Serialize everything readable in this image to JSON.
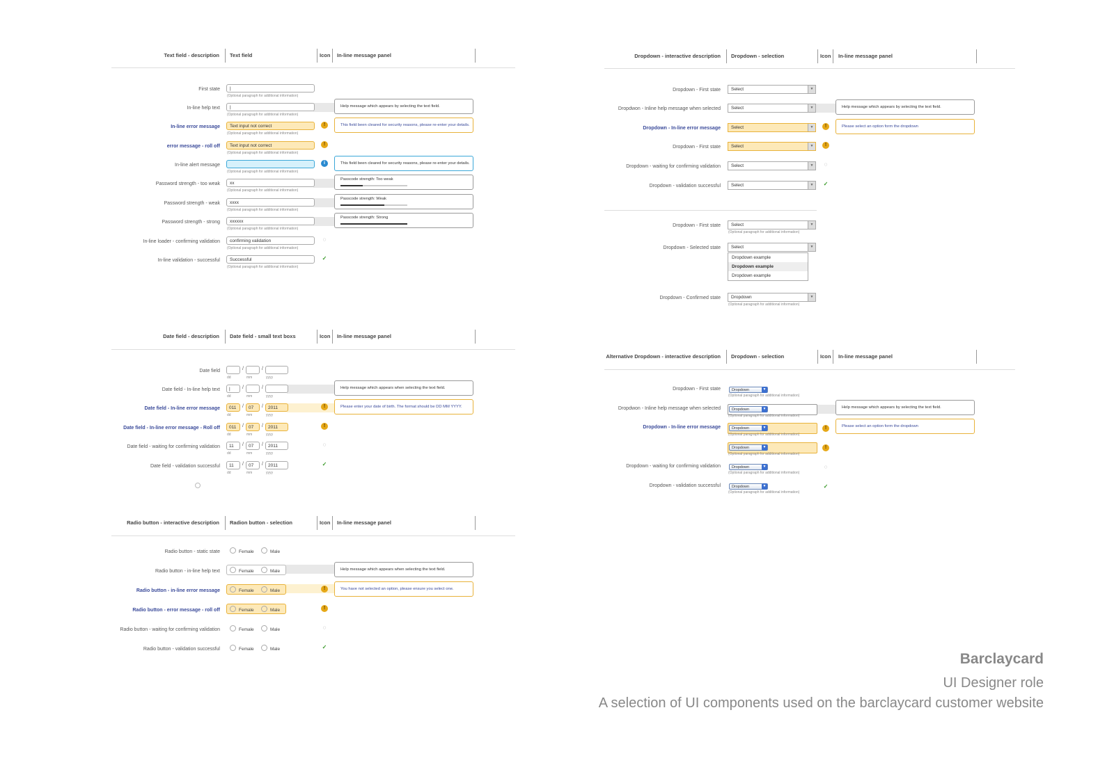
{
  "text_section": {
    "headers": [
      "Text field - description",
      "Text field",
      "Icon",
      "In-line message panel"
    ],
    "hint": "(Optional paragraph for additional information)",
    "rows": [
      {
        "label": "First state",
        "value": "|"
      },
      {
        "label": "In-line help text",
        "value": "|",
        "panel": "Help message which appears by selecting the text field."
      },
      {
        "label": "In-line error message",
        "value": "Text input not correct",
        "panel": "This field been cleared for security reasons, please re-enter your details."
      },
      {
        "label": "error message - roll off",
        "value": "Text input not correct"
      },
      {
        "label": "In-line alert message",
        "value": "",
        "panel": "This field been cleared for security reasons, please re-enter your details."
      },
      {
        "label": "Password strength - too weak",
        "value": "xx",
        "panel": "Passcode strength: Too weak",
        "strength": 0.33
      },
      {
        "label": "Password strength - weak",
        "value": "xxxx",
        "panel": "Passcode strength: Weak",
        "strength": 0.66
      },
      {
        "label": "Password strength - strong",
        "value": "xxxxxx",
        "panel": "Passcode strength: Strong",
        "strength": 1.0
      },
      {
        "label": "In-line loader - confirming validation",
        "value": "confirming validation"
      },
      {
        "label": "In-line validation - successful",
        "value": "Successful"
      }
    ]
  },
  "date_section": {
    "headers": [
      "Date field - description",
      "Date field - small text boxs",
      "Icon",
      "In-line message panel"
    ],
    "sub": [
      "dd",
      "mm",
      "yyyy"
    ],
    "rows": [
      {
        "label": "Date field",
        "d": "",
        "m": "",
        "y": ""
      },
      {
        "label": "Date field - In-line help text",
        "d": "|",
        "m": "",
        "y": "",
        "panel": "Help message which appears when selecting the text field."
      },
      {
        "label": "Date field - In-line error message",
        "d": "011",
        "m": "07",
        "y": "2011",
        "panel": "Please enter your date of birth. The format should be DD MM YYYY."
      },
      {
        "label": "Date field - In-line error message - Roll off",
        "d": "011",
        "m": "07",
        "y": "2011"
      },
      {
        "label": "Date field - waiting for confirming validation",
        "d": "11",
        "m": "07",
        "y": "2011"
      },
      {
        "label": "Date field - validation successful",
        "d": "11",
        "m": "07",
        "y": "2011"
      }
    ]
  },
  "radio_section": {
    "headers": [
      "Radio button - interactive description",
      "Radion button - selection",
      "Icon",
      "In-line message panel"
    ],
    "opt1": "Female",
    "opt2": "Male",
    "rows": [
      {
        "label": "Radio button - static state"
      },
      {
        "label": "Radio button - in-line help text",
        "panel": "Help message which appears when selecting the text field."
      },
      {
        "label": "Radio button - in-line error message",
        "panel": "You have not selected an option, please ensure you select one."
      },
      {
        "label": "Radio button - error message - roll off"
      },
      {
        "label": "Radio button - waiting for confirming validation"
      },
      {
        "label": "Radio button - validation successful"
      }
    ]
  },
  "dropdown_section": {
    "headers": [
      "Dropdown - interactive description",
      "Dropdown - selection",
      "Icon",
      "In-line message panel"
    ],
    "rows": [
      {
        "label": "Dropdown - First state",
        "value": "Select"
      },
      {
        "label": "Dropdwon - Inline help message when selected",
        "value": "Select",
        "panel": "Help message which appears by selecting the text field."
      },
      {
        "label": "Dropdown - In-line error message",
        "value": "Select",
        "panel": "Please select an option form the dropdown"
      },
      {
        "label": "Dropdown - First state",
        "value": "Select"
      },
      {
        "label": "Dropdown - waiting for confirming validation",
        "value": "Select"
      },
      {
        "label": "Dropdown - validation successful",
        "value": "Select"
      }
    ],
    "rows2": [
      {
        "label": "Dropdown - First state",
        "value": "Select"
      },
      {
        "label": "Dropdown - Selected state",
        "value": "Select"
      },
      {
        "label": "Dropdown - Confirmed state",
        "value": "Dropdown"
      }
    ],
    "options": [
      "Dropdown example",
      "Dropdown example",
      "Dropdown example"
    ],
    "hint": "(Optional paragraph for additional information)"
  },
  "alt_section": {
    "headers": [
      "Alternative Dropdown - interactive description",
      "Dropdown - selection",
      "Icon",
      "In-line message panel"
    ],
    "value": "Dropdown",
    "rows": [
      {
        "label": "Dropdown - First state"
      },
      {
        "label": "Dropdwon - Inline help message when selected",
        "panel": "Help message which appears by selecting the text field."
      },
      {
        "label": "Dropdown - In-line error message",
        "panel": "Please select an option form the dropdown"
      },
      {
        "label": ""
      },
      {
        "label": "Dropdown - waiting for confirming validation"
      },
      {
        "label": "Dropdown - validation successful"
      }
    ]
  },
  "caption": {
    "brand": "Barclaycard",
    "role": "UI Designer role",
    "desc": "A selection of UI components used on the barclaycard customer website"
  },
  "icons": {
    "warn": "!",
    "info": "i",
    "spinner": "◌",
    "tick": "✓",
    "arrow": "▼"
  }
}
